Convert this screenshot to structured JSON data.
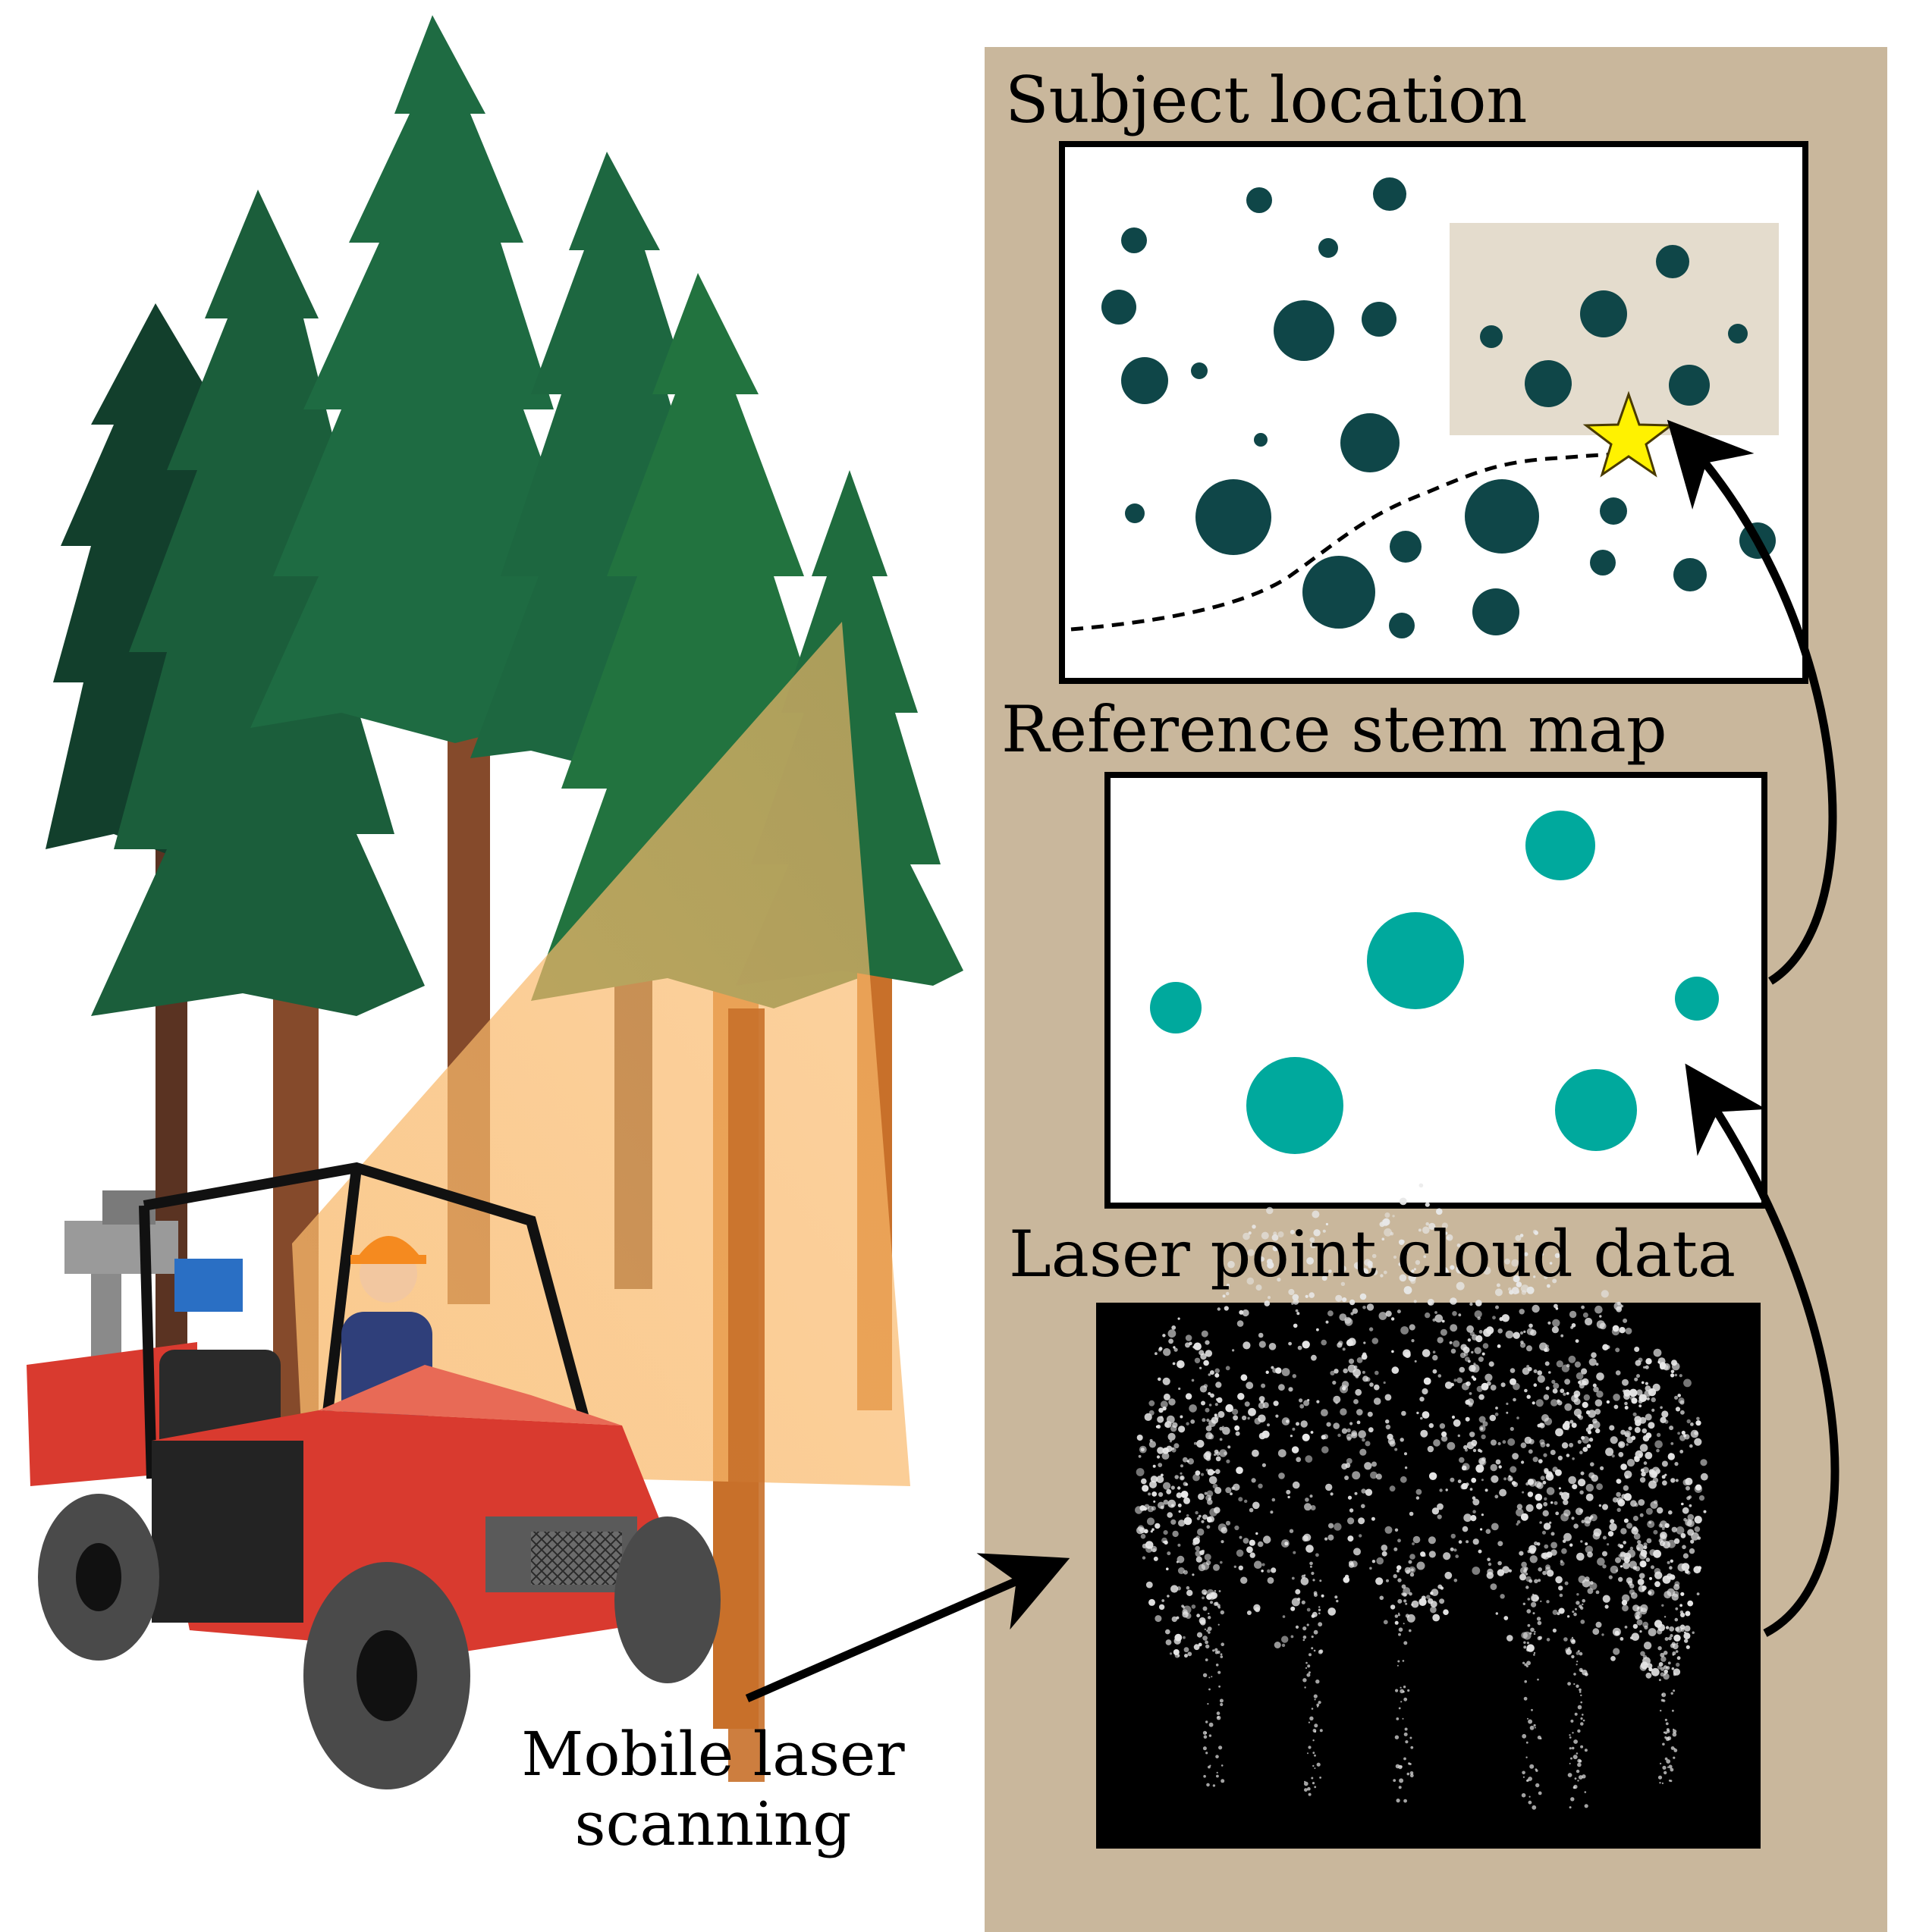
{
  "labels": {
    "subject_location": "Subject location",
    "reference_stem_map": "Reference stem map",
    "laser_point_cloud_data": "Laser point cloud data",
    "mobile_laser_scanning": "Mobile laser scanning"
  },
  "colors": {
    "panel_background": "#c9b79c",
    "stem_dark": "#0f4648",
    "stem_teal": "#00a99d",
    "subject_highlight": "#e4dccd",
    "star": "#fff200",
    "laser_beam": "#f9b96b",
    "tree_foliage": "#1c6b3f",
    "tree_trunk": "#c8702a",
    "vehicle_body": "#d93a2f",
    "point_cloud_background": "#000000"
  },
  "icons": {
    "star": "star-icon",
    "vehicle": "utility-vehicle",
    "operator": "operator-with-hardhat"
  }
}
